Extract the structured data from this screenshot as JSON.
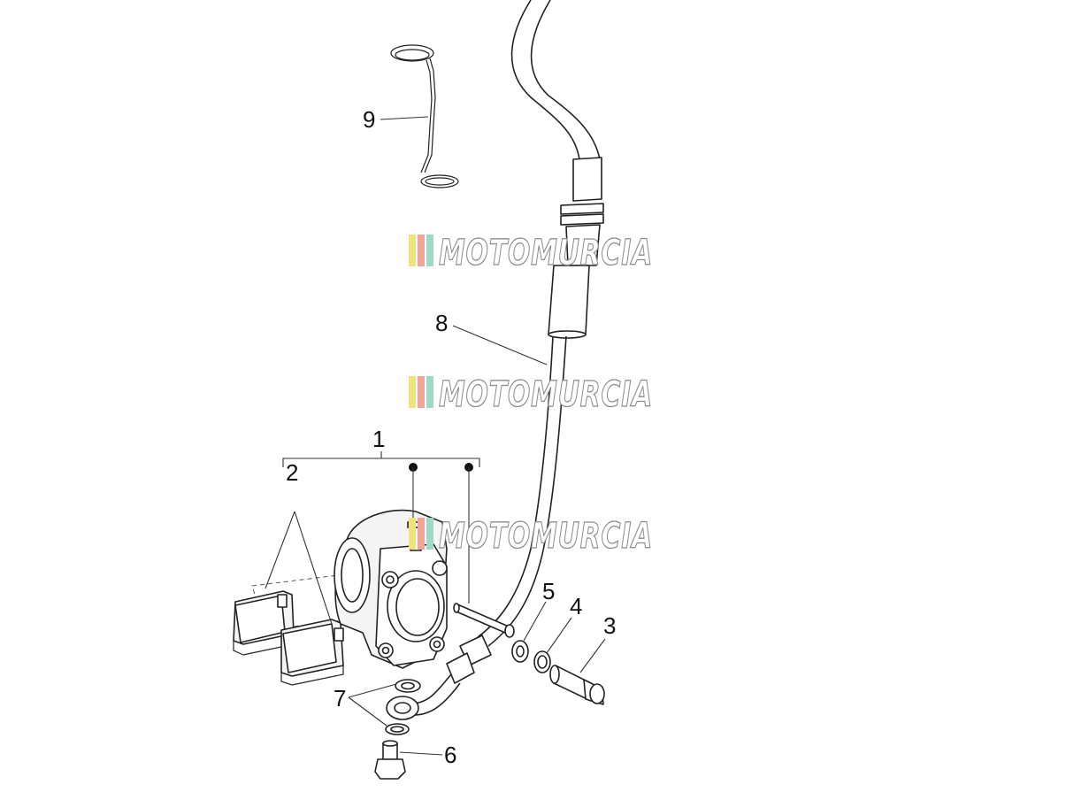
{
  "watermark": {
    "text": "MOTOMURCIA",
    "stripe_colors": [
      "#f3e27a",
      "#f2a39a",
      "#9fd9c4"
    ]
  },
  "callouts": {
    "c1": "1",
    "c2": "2",
    "c3": "3",
    "c4": "4",
    "c5": "5",
    "c6": "6",
    "c7": "7",
    "c8": "8",
    "c9": "9"
  }
}
